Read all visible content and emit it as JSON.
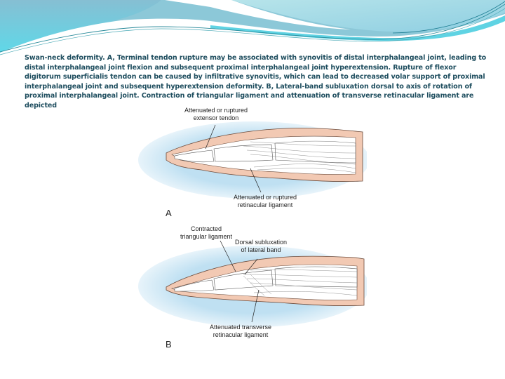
{
  "slide": {
    "background_color": "#ffffff",
    "header_colors": {
      "wave_dark": "#7fbfd4",
      "wave_light": "#a9dde6",
      "wave_cyan": "#5fd6e6",
      "line_teal": "#2a8a9a"
    }
  },
  "caption": {
    "text": "Swan-neck deformity. A, Terminal tendon rupture may be associated with synovitis of distal interphalangeal joint, leading to distal interphalangeal joint flexion and subsequent proximal interphalangeal joint hyperextension. Rupture of flexor digitorum superficialis tendon can be caused by infiltrative synovitis, which can lead to decreased volar support of proximal interphalangeal joint and subsequent hyperextension deformity. B, Lateral-band subluxation dorsal to axis of rotation of proximal interphalangeal joint. Contraction of triangular ligament and attenuation of transverse retinacular ligament are depicted",
    "color": "#1f4e5f"
  },
  "figure": {
    "panel_a": {
      "letter": "A",
      "label_top_line1": "Attenuated or ruptured",
      "label_top_line2": "extensor tendon",
      "label_bottom_line1": "Attenuated or ruptured",
      "label_bottom_line2": "retinacular ligament"
    },
    "panel_b": {
      "letter": "B",
      "label_triangular_line1": "Contracted",
      "label_triangular_line2": "triangular ligament",
      "label_dorsal_line1": "Dorsal subluxation",
      "label_dorsal_line2": "of lateral band",
      "label_bottom_line1": "Attenuated transverse",
      "label_bottom_line2": "retinacular ligament"
    },
    "colors": {
      "skin": "#f2c9b3",
      "skin_outline": "#6b4a3a",
      "glow": "#bfe0f2",
      "bone": "#ffffff"
    }
  }
}
